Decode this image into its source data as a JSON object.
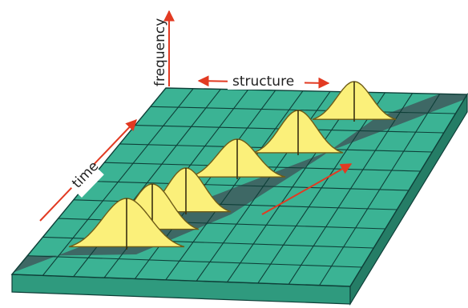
{
  "labels": {
    "frequency": "frequency",
    "structure": "structure",
    "time": "time"
  },
  "colors": {
    "grid_top": "#3bb394",
    "grid_lines": "#0e3f38",
    "front_face": "#2f9a7e",
    "side_face": "#257d66",
    "shadow": "#3f5f5f",
    "curve_fill": "#fbf07a",
    "curve_stroke": "#6e5c18",
    "arrow": "#e23a22"
  },
  "curves": [
    {
      "id": 1
    },
    {
      "id": 2
    },
    {
      "id": 3
    },
    {
      "id": 4
    },
    {
      "id": 5
    },
    {
      "id": 6
    }
  ]
}
